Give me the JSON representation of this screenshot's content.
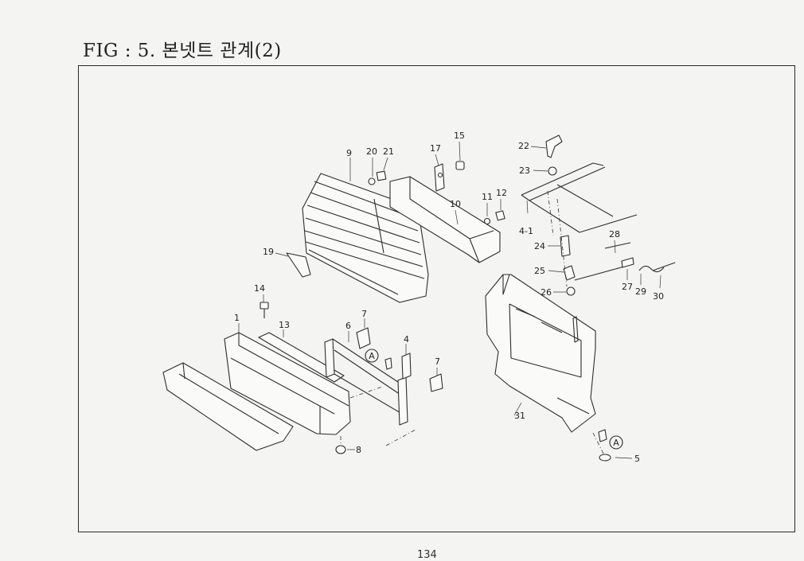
{
  "title": "FIG : 5. 본넷트 관계(2)",
  "page_number": "134",
  "callout_ref": "A",
  "callouts": {
    "c1": "1",
    "c4": "4",
    "c4_1": "4-1",
    "c5": "5",
    "c6": "6",
    "c7a": "7",
    "c7b": "7",
    "c8": "8",
    "c9": "9",
    "c10": "10",
    "c11": "11",
    "c12": "12",
    "c13": "13",
    "c14": "14",
    "c15": "15",
    "c17": "17",
    "c19": "19",
    "c20": "20",
    "c21": "21",
    "c22": "22",
    "c23": "23",
    "c24": "24",
    "c25": "25",
    "c26": "26",
    "c27": "27",
    "c28": "28",
    "c29": "29",
    "c30": "30",
    "c31": "31"
  }
}
